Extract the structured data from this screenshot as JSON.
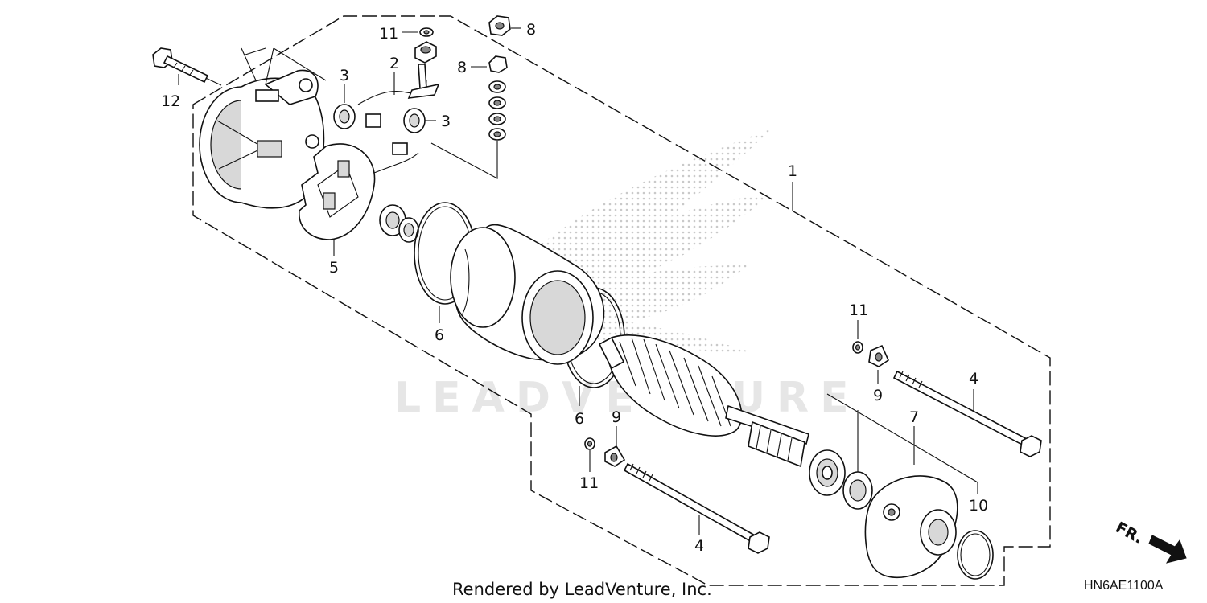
{
  "watermark": "LEADVENTURE",
  "footer": {
    "rendered_by": "Rendered by LeadVenture, Inc."
  },
  "diagram_code": "HN6AE1100A",
  "direction_label": "FR.",
  "callouts": [
    "1",
    "2",
    "3",
    "3",
    "4",
    "4",
    "5",
    "6",
    "6",
    "7",
    "8",
    "8",
    "9",
    "9",
    "10",
    "11",
    "11",
    "11",
    "12"
  ]
}
